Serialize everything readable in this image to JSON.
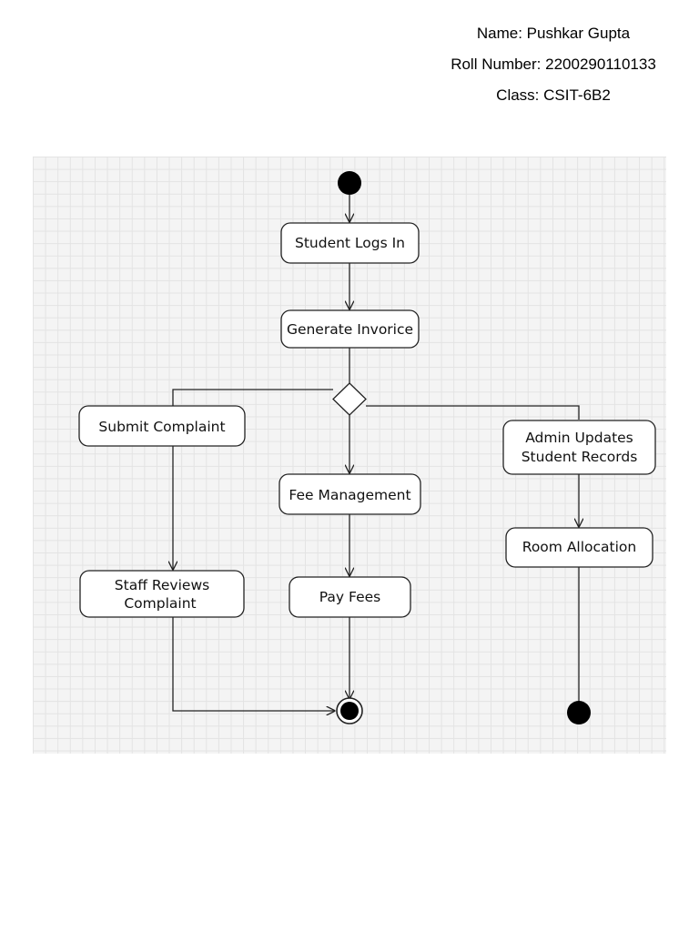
{
  "header": {
    "name": "Name: Pushkar Gupta",
    "roll": "Roll Number: 2200290110133",
    "class": "Class: CSIT-6B2"
  },
  "diagram": {
    "nodes": {
      "student_logs_in": "Student Logs In",
      "generate_invoice": "Generate Invorice",
      "submit_complaint": "Submit Complaint",
      "admin_updates_line1": "Admin Updates",
      "admin_updates_line2": "Student Records",
      "fee_management": "Fee Management",
      "room_allocation": "Room Allocation",
      "staff_reviews_line1": "Staff Reviews",
      "staff_reviews_line2": "Complaint",
      "pay_fees": "Pay Fees"
    }
  },
  "colors": {
    "ink": "#222222",
    "grid_background": "#f4f4f4",
    "grid_lines": "#e3e3e3"
  }
}
